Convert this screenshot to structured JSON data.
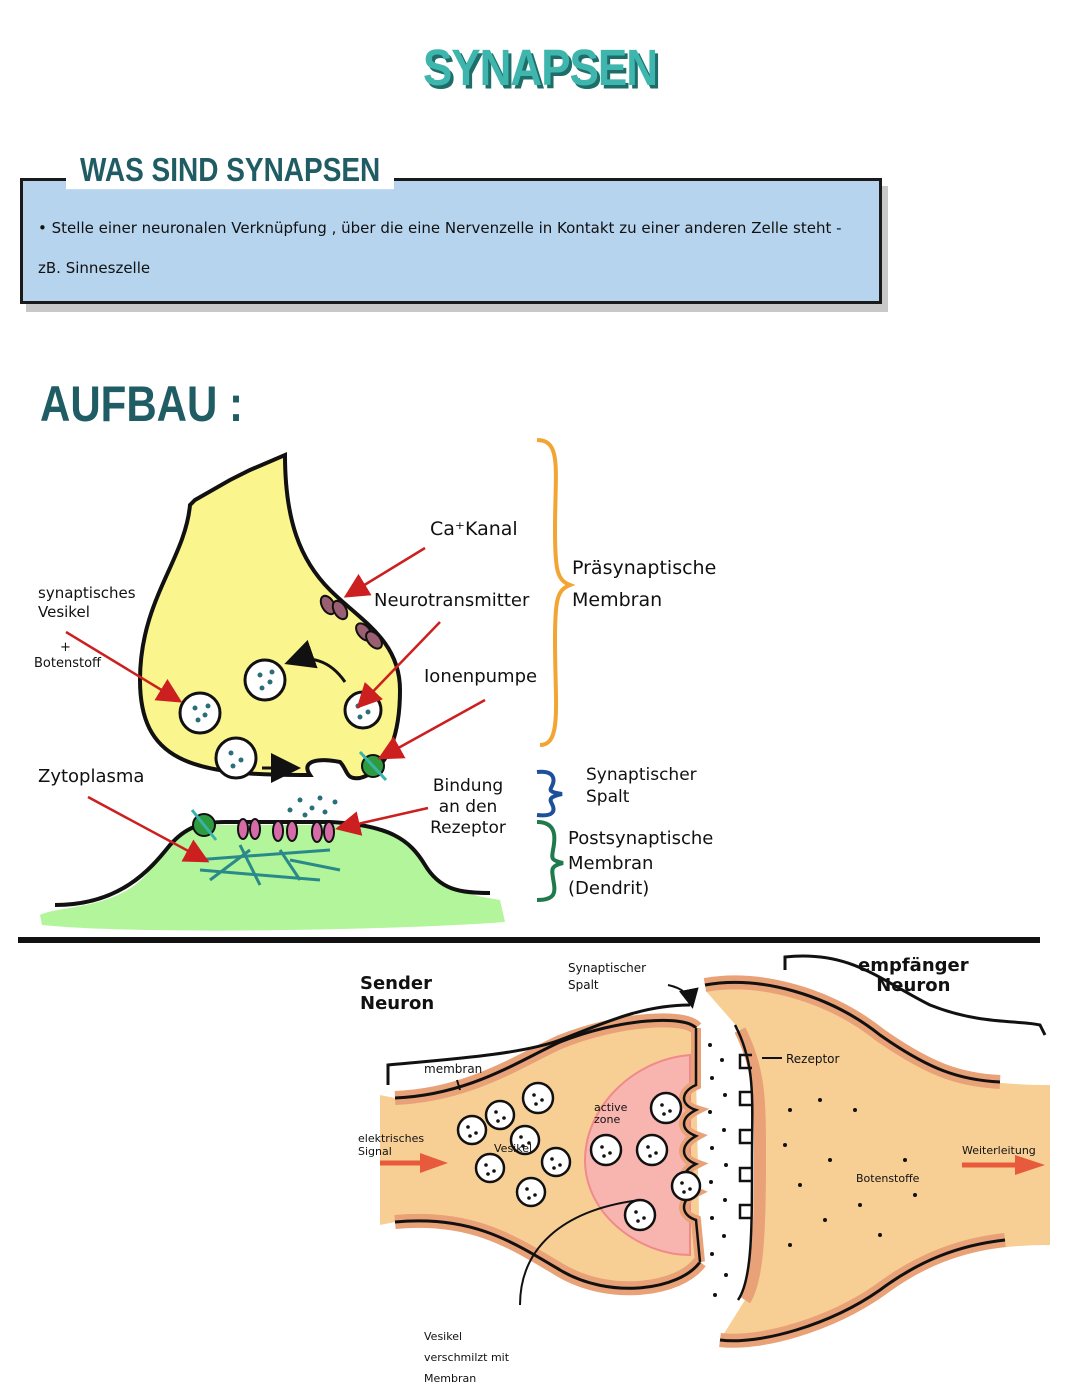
{
  "title": "SYNAPSEN",
  "definition": {
    "heading": "WAS SIND SYNAPSEN",
    "text": "Stelle einer neuronalen Verknüpfung , über die eine Nervenzelle in Kontakt zu einer anderen Zelle steht - zB. Sinneszelle"
  },
  "aufbau": {
    "heading": "AUFBAU :",
    "labels": {
      "vesikel": "synaptisches\nVesikel",
      "plus": "+",
      "botenstoff": "Botenstoff",
      "ca_kanal": "Ca⁺Kanal",
      "neurotransmitter": "Neurotransmitter",
      "ionenpumpe": "Ionenpumpe",
      "zytoplasma": "Zytoplasma",
      "bindung": "Bindung\nan den\nRezeptor",
      "praesynaptische": "Präsynaptische\nMembran",
      "spalt": "Synaptischer\nSpalt",
      "postsynaptische": "Postsynaptische\nMembran\n(Dendrit)"
    }
  },
  "lower": {
    "sender": "Sender\nNeuron",
    "spalt": "Synaptischer\nSpalt",
    "empfaenger": "empfänger\nNeuron",
    "membran": "membran",
    "rezeptor": "Rezeptor",
    "signal": "elektrisches\nSignal",
    "vesikel": "Vesikel",
    "active_zone": "active\nzone",
    "botenstoffe": "Botenstoffe",
    "weiterleitung": "Weiterleitung",
    "fusion": "Vesikel\nverschmilzt mit\nMembran"
  },
  "colors": {
    "title": "#3fb6ad",
    "heading": "#1f5c63",
    "box": "#b6d4ee",
    "presyn": "#fbf58e",
    "postsyn": "#b3f59a",
    "neuron": "#f7cf95",
    "membrane": "#e9a178",
    "activezone": "#f8b5b0",
    "arrow": "#cc1f1f"
  }
}
